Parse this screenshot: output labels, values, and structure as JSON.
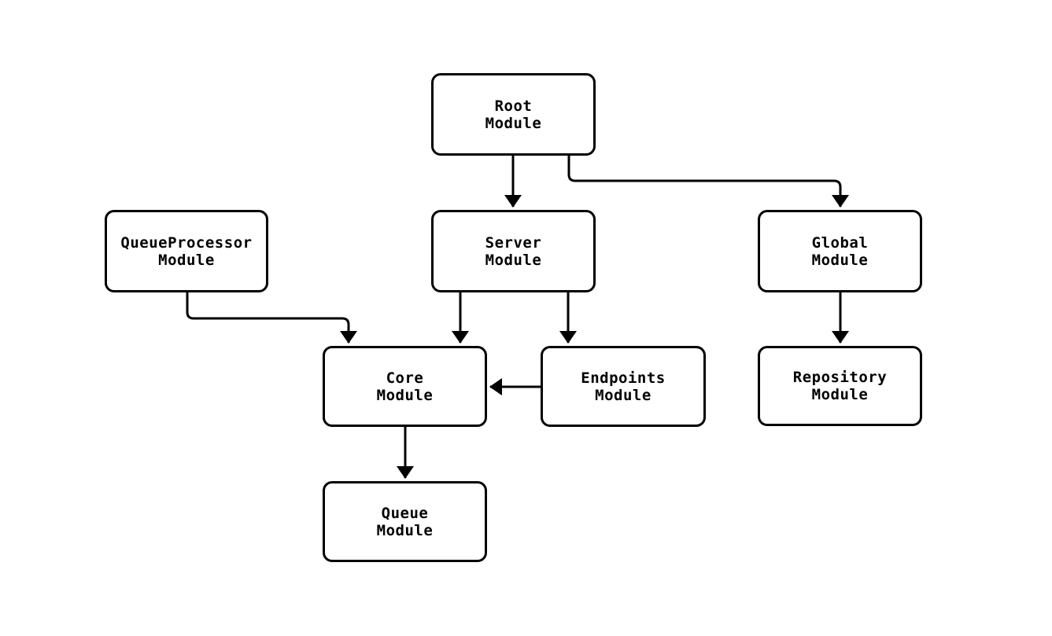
{
  "diagram": {
    "type": "module-dependency-flowchart",
    "nodes": [
      {
        "id": "root",
        "label": "Root\nModule"
      },
      {
        "id": "queue-processor",
        "label": "QueueProcessor\nModule"
      },
      {
        "id": "server",
        "label": "Server\nModule"
      },
      {
        "id": "global",
        "label": "Global\nModule"
      },
      {
        "id": "core",
        "label": "Core\nModule"
      },
      {
        "id": "endpoints",
        "label": "Endpoints\nModule"
      },
      {
        "id": "repository",
        "label": "Repository\nModule"
      },
      {
        "id": "queue",
        "label": "Queue\nModule"
      }
    ],
    "edges": [
      {
        "from": "root",
        "to": "server"
      },
      {
        "from": "root",
        "to": "global"
      },
      {
        "from": "queue-processor",
        "to": "core"
      },
      {
        "from": "server",
        "to": "core"
      },
      {
        "from": "server",
        "to": "endpoints"
      },
      {
        "from": "endpoints",
        "to": "core"
      },
      {
        "from": "global",
        "to": "repository"
      },
      {
        "from": "core",
        "to": "queue"
      }
    ],
    "colors": {
      "stroke": "#000000",
      "node_fill": "#ffffff",
      "text": "#000000",
      "background": "#ffffff"
    }
  }
}
